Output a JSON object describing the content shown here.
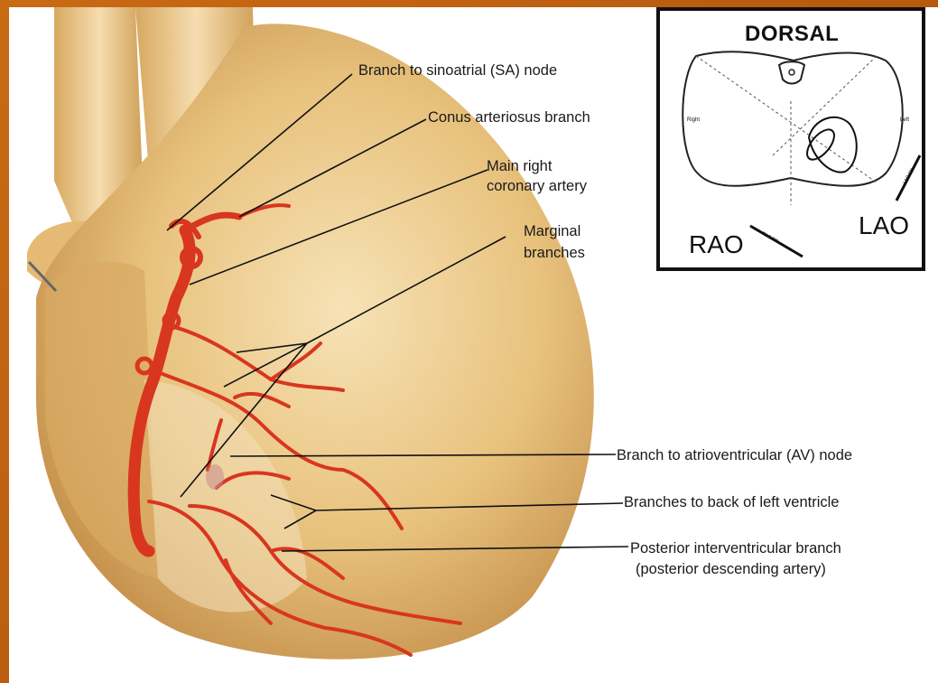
{
  "labels": {
    "sa_node": "Branch to sinoatrial (SA) node",
    "conus": "Conus arteriosus branch",
    "main_rca_1": "Main right",
    "main_rca_2": "coronary artery",
    "marginal_1": "Marginal",
    "marginal_2": "branches",
    "av_node": "Branch to atrioventricular (AV) node",
    "back_lv": "Branches to back of left ventricle",
    "pda_1": "Posterior interventricular branch",
    "pda_2": "(posterior descending artery)"
  },
  "inset": {
    "dorsal": "DORSAL",
    "rao": "RAO",
    "lao": "LAO",
    "right": "Right",
    "left": "Left",
    "rao_small": "RAO 30°",
    "lao_small": "LAO 60°"
  },
  "colors": {
    "artery": "#d8361f",
    "artery_dark": "#a8200f",
    "heart": "#e9c37f",
    "heart_shadow": "#c9964f",
    "frame": "#b85a10"
  }
}
